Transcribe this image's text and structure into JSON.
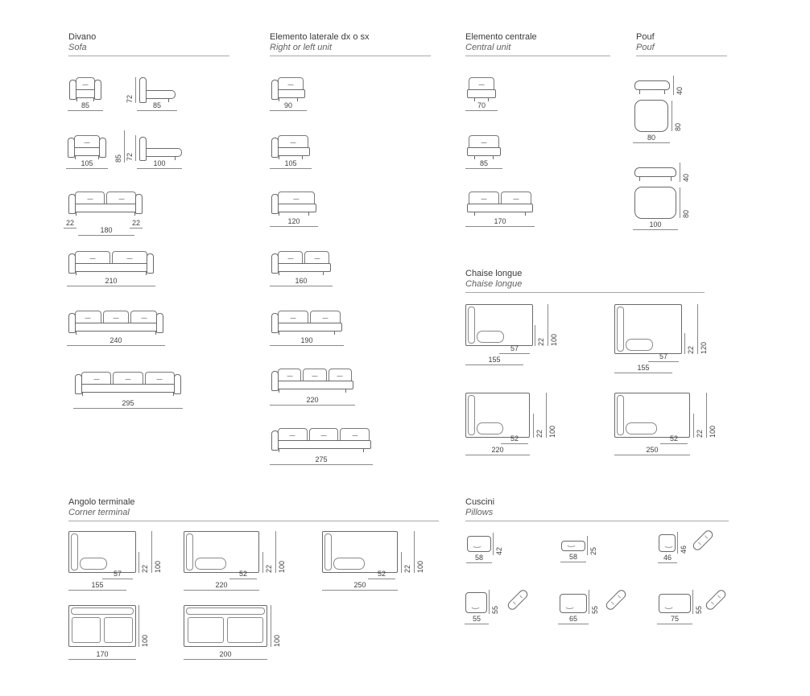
{
  "sections": {
    "divano": {
      "title": "Divano",
      "subtitle": "Sofa"
    },
    "laterale": {
      "title": "Elemento laterale dx o sx",
      "subtitle": "Right or left unit"
    },
    "centrale": {
      "title": "Elemento centrale",
      "subtitle": "Central unit"
    },
    "pouf": {
      "title": "Pouf",
      "subtitle": "Pouf"
    },
    "chaise": {
      "title": "Chaise longue",
      "subtitle": "Chaise longue"
    },
    "angolo": {
      "title": "Angolo terminale",
      "subtitle": "Corner terminal"
    },
    "cuscini": {
      "title": "Cuscini",
      "subtitle": "Pillows"
    }
  },
  "divano": {
    "armchair85": {
      "width": "85",
      "side_height": "72",
      "side_depth": "85"
    },
    "armchair105": {
      "width": "105",
      "total_height": "85",
      "arm_height": "72",
      "side_depth": "100"
    },
    "sofa180": {
      "arm_left": "22",
      "width": "180",
      "arm_right": "22"
    },
    "sofa210": {
      "width": "210"
    },
    "sofa240": {
      "width": "240"
    },
    "sofa295": {
      "width": "295"
    }
  },
  "laterale": {
    "widths": [
      "90",
      "105",
      "120",
      "160",
      "190",
      "220",
      "275"
    ]
  },
  "centrale": {
    "widths": [
      "70",
      "85",
      "170"
    ]
  },
  "pouf_data": [
    {
      "height": "40",
      "depth": "80",
      "width": "80"
    },
    {
      "height": "40",
      "depth": "80",
      "width": "100"
    }
  ],
  "chaise_items": [
    {
      "seat_depth": "57",
      "width": "155",
      "arm": "22",
      "depth": "100"
    },
    {
      "seat_depth": "57",
      "width": "155",
      "arm": "22",
      "depth": "120"
    },
    {
      "seat_depth": "52",
      "width": "220",
      "arm": "22",
      "depth": "100"
    },
    {
      "seat_depth": "52",
      "width": "250",
      "arm": "22",
      "depth": "100"
    }
  ],
  "angolo_items": [
    {
      "seat_depth": "57",
      "width": "155",
      "arm": "22",
      "depth": "100"
    },
    {
      "seat_depth": "52",
      "width": "220",
      "arm": "22",
      "depth": "100"
    },
    {
      "seat_depth": "52",
      "width": "250",
      "arm": "22",
      "depth": "100"
    },
    {
      "width": "170",
      "depth": "100"
    },
    {
      "width": "200",
      "depth": "100"
    }
  ],
  "cuscini_items": [
    {
      "width": "58",
      "height": "42"
    },
    {
      "width": "58",
      "height": "25"
    },
    {
      "width": "46",
      "height": "46"
    },
    {
      "width": "55",
      "height": "55"
    },
    {
      "width": "65",
      "height": "55"
    },
    {
      "width": "75",
      "height": "55"
    }
  ]
}
